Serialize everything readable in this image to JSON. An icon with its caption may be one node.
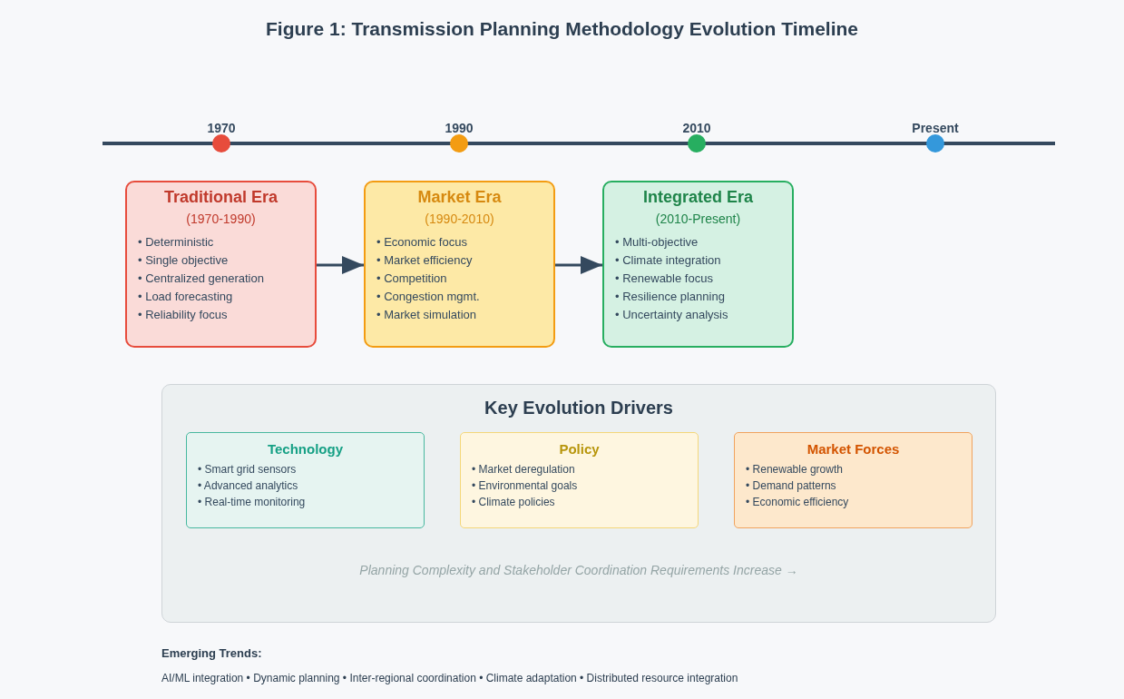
{
  "diagram": {
    "title": "Figure 1: Transmission Planning Methodology Evolution Timeline",
    "nodes": [
      {
        "text": [
          "Traditional Era",
          "(1970-1990)",
          "• Deterministic",
          "• Single objective",
          "• Centralized generation",
          "• Load forecasting",
          "• Reliability focus"
        ]
      },
      {
        "text": [
          "Market Era",
          "(1990-2010)",
          "• Economic focus",
          "• Market efficiency",
          "• Competition",
          "• Congestion mgmt.",
          "• Market simulation"
        ]
      },
      {
        "text": [
          "Integrated Era",
          "(2010-Present)",
          "• Multi-objective",
          "• Climate integration",
          "• Renewable focus",
          "• Resilience planning",
          "• Uncertainty analysis"
        ]
      },
      {
        "text": [
          "Key Evolution Drivers",
          "Planning Complexity and Stakeholder Coordination Requirements Increase →"
        ]
      },
      {
        "text": [
          "Technology",
          "• Smart grid sensors",
          "• Advanced analytics",
          "• Real-time monitoring"
        ],
        "in": 3
      },
      {
        "text": [
          "Policy",
          "• Market deregulation",
          "• Environmental goals",
          "• Climate policies"
        ],
        "in": 3
      },
      {
        "text": [
          "Market Forces",
          "• Renewable growth",
          "• Demand patterns",
          "• Economic efficiency"
        ],
        "in": 3
      }
    ],
    "edges": [
      {
        "from": 0,
        "to": 1,
        "arrow": "to"
      },
      {
        "from": 1,
        "to": 2,
        "arrow": "to"
      }
    ],
    "labels": [
      "1970",
      "1990",
      "2010",
      "Present",
      "Emerging Trends:",
      "AI/ML integration • Dynamic planning • Inter-regional coordination • Climate adaptation • Distributed resource integration"
    ]
  }
}
